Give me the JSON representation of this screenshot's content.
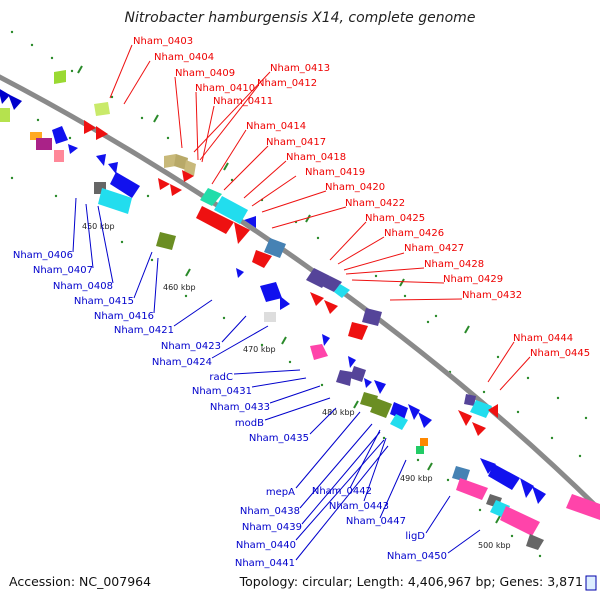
{
  "title": "Nitrobacter hamburgensis X14, complete genome",
  "accession": "Accession: NC_007964",
  "summary": "Topology: circular; Length: 4,406,967 bp; Genes: 3,871",
  "ticks": [
    {
      "id": "t450",
      "label": "450 kbp"
    },
    {
      "id": "t460",
      "label": "460 kbp"
    },
    {
      "id": "t470",
      "label": "470 kbp"
    },
    {
      "id": "t480",
      "label": "480 kbp"
    },
    {
      "id": "t490",
      "label": "490 kbp"
    },
    {
      "id": "t500",
      "label": "500 kbp"
    }
  ],
  "gene_labels_red": [
    "Nham_0403",
    "Nham_0404",
    "Nham_0409",
    "Nham_0413",
    "Nham_0410",
    "Nham_0412",
    "Nham_0411",
    "Nham_0414",
    "Nham_0417",
    "Nham_0418",
    "Nham_0419",
    "Nham_0420",
    "Nham_0422",
    "Nham_0425",
    "Nham_0426",
    "Nham_0427",
    "Nham_0428",
    "Nham_0429",
    "Nham_0432",
    "Nham_0444",
    "Nham_0445"
  ],
  "gene_labels_blue": [
    "Nham_0406",
    "Nham_0407",
    "Nham_0408",
    "Nham_0415",
    "Nham_0416",
    "Nham_0421",
    "Nham_0423",
    "Nham_0424",
    "radC",
    "Nham_0431",
    "Nham_0433",
    "modB",
    "Nham_0435",
    "mepA",
    "Nham_0442",
    "Nham_0443",
    "Nham_0438",
    "Nham_0447",
    "Nham_0439",
    "ligD",
    "Nham_0440",
    "Nham_0450",
    "Nham_0441"
  ],
  "colors": {
    "forward_strand": "#ff0000",
    "reverse_strand": "#0000cc",
    "backbone": "#888888",
    "tick_marks": "#2a8a2a"
  }
}
